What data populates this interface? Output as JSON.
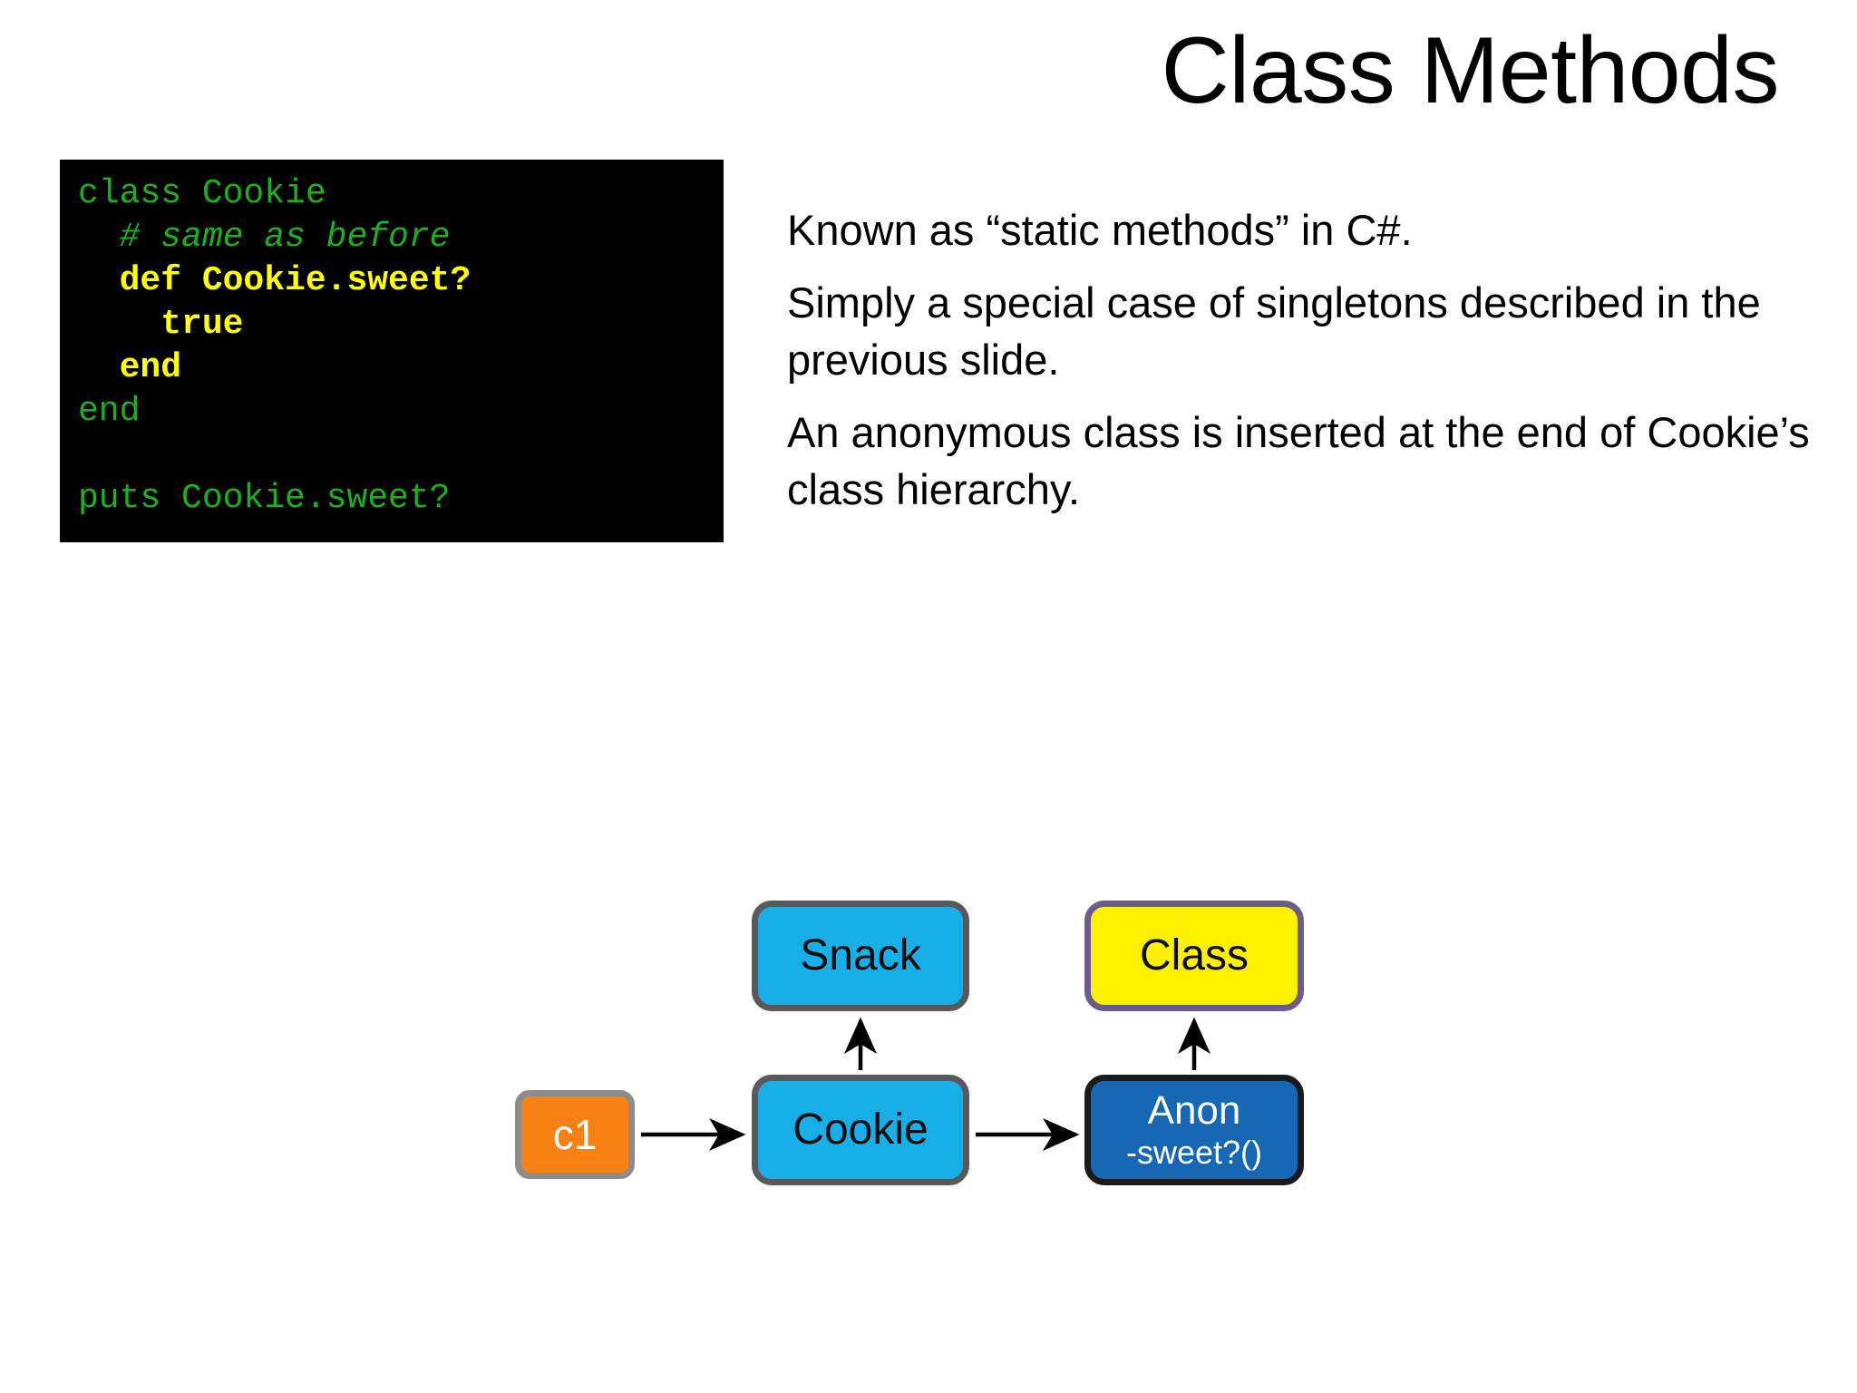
{
  "slide": {
    "title": "Class Methods",
    "background_color": "#FFFFFF"
  },
  "code_block": {
    "background_color": "#000000",
    "default_color": "#19B319",
    "highlight_color": "#FFFF00",
    "language": "ruby",
    "lines": [
      {
        "text": "class Cookie",
        "style": "normal"
      },
      {
        "text": "  # same as before",
        "style": "comment"
      },
      {
        "text": "  def Cookie.sweet?",
        "style": "hl"
      },
      {
        "text": "    true",
        "style": "hl"
      },
      {
        "text": "  end",
        "style": "hl"
      },
      {
        "text": "end",
        "style": "normal"
      },
      {
        "text": " ",
        "style": "blank"
      },
      {
        "text": "puts Cookie.sweet?",
        "style": "normal"
      }
    ]
  },
  "body": {
    "paragraphs": [
      "Known as “static methods” in C#.",
      "Simply a special case of singletons described in the previous slide.",
      "An anonymous class is inserted at the end of Cookie’s class hierarchy."
    ]
  },
  "diagram": {
    "nodes": [
      {
        "id": "c1",
        "label": "c1",
        "sublabel": "",
        "fill": "#F98012",
        "border": "#8C8C8C",
        "text_color": "#FFFFFF"
      },
      {
        "id": "cookie",
        "label": "Cookie",
        "sublabel": "",
        "fill": "#18AEE8",
        "border": "#595959",
        "text_color": "#0D0D0D"
      },
      {
        "id": "snack",
        "label": "Snack",
        "sublabel": "",
        "fill": "#18AEE8",
        "border": "#595959",
        "text_color": "#0D0D0D"
      },
      {
        "id": "anon",
        "label": "Anon",
        "sublabel": "-sweet?()",
        "fill": "#1667B4",
        "border": "#1A1A1A",
        "text_color": "#FFFFFF"
      },
      {
        "id": "class",
        "label": "Class",
        "sublabel": "",
        "fill": "#FFF200",
        "border": "#6B5B8E",
        "text_color": "#0D0D0D"
      }
    ],
    "edges": [
      {
        "from": "c1",
        "to": "cookie",
        "direction": "right"
      },
      {
        "from": "cookie",
        "to": "snack",
        "direction": "up"
      },
      {
        "from": "cookie",
        "to": "anon",
        "direction": "right"
      },
      {
        "from": "anon",
        "to": "class",
        "direction": "up"
      }
    ],
    "edge_color": "#000000"
  }
}
